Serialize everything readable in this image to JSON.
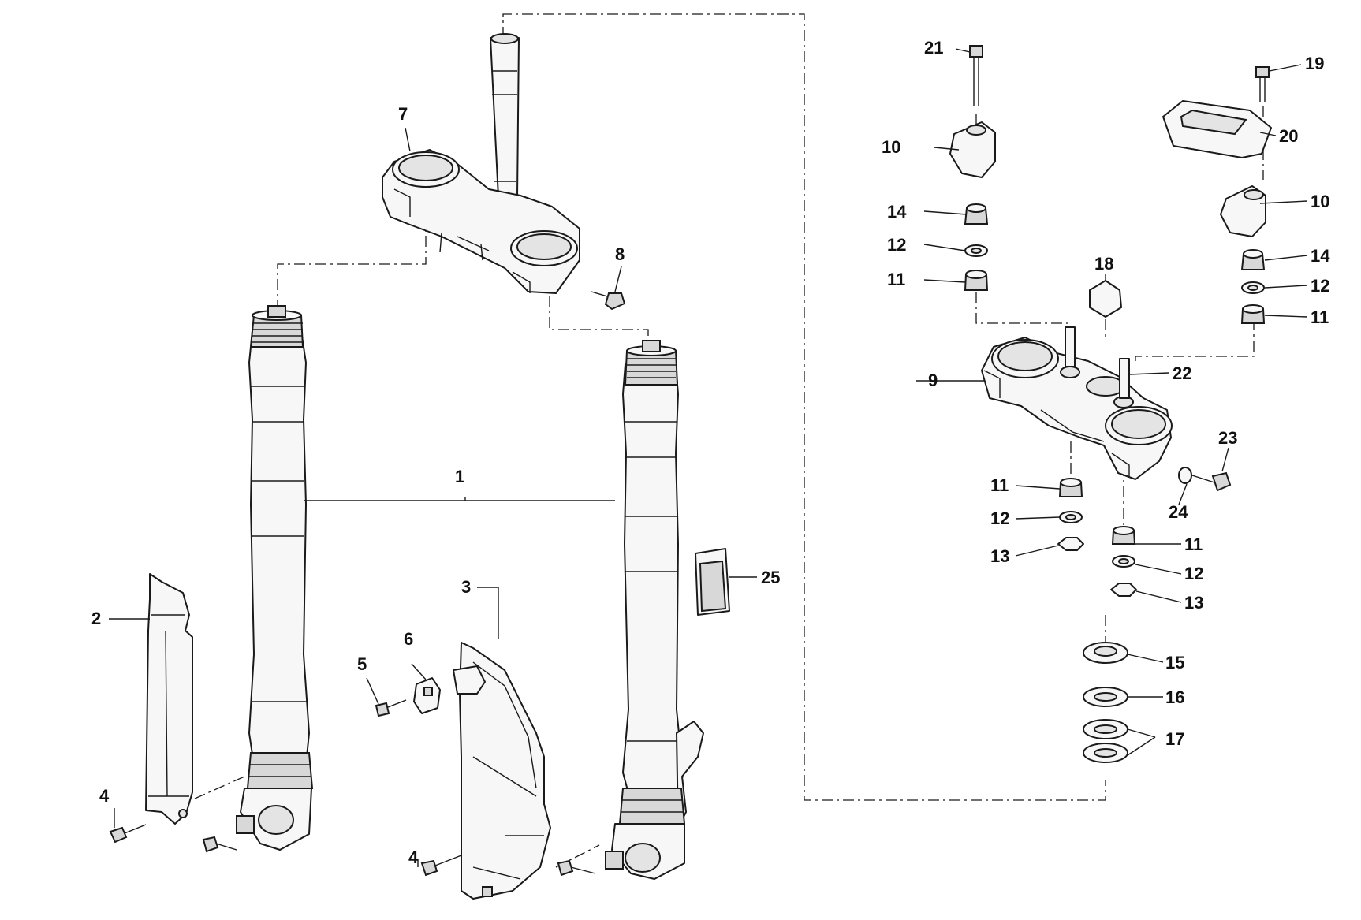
{
  "diagram": {
    "callouts": {
      "c1": "1",
      "c2": "2",
      "c3": "3",
      "c4a": "4",
      "c4b": "4",
      "c5": "5",
      "c6": "6",
      "c7": "7",
      "c8": "8",
      "c9": "9",
      "c10a": "10",
      "c10b": "10",
      "c11a": "11",
      "c11b": "11",
      "c11c": "11",
      "c11d": "11",
      "c12a": "12",
      "c12b": "12",
      "c12c": "12",
      "c12d": "12",
      "c13a": "13",
      "c13b": "13",
      "c14a": "14",
      "c14b": "14",
      "c15": "15",
      "c16": "16",
      "c17": "17",
      "c18": "18",
      "c19": "19",
      "c20": "20",
      "c21": "21",
      "c22": "22",
      "c23": "23",
      "c24": "24",
      "c25": "25"
    }
  }
}
